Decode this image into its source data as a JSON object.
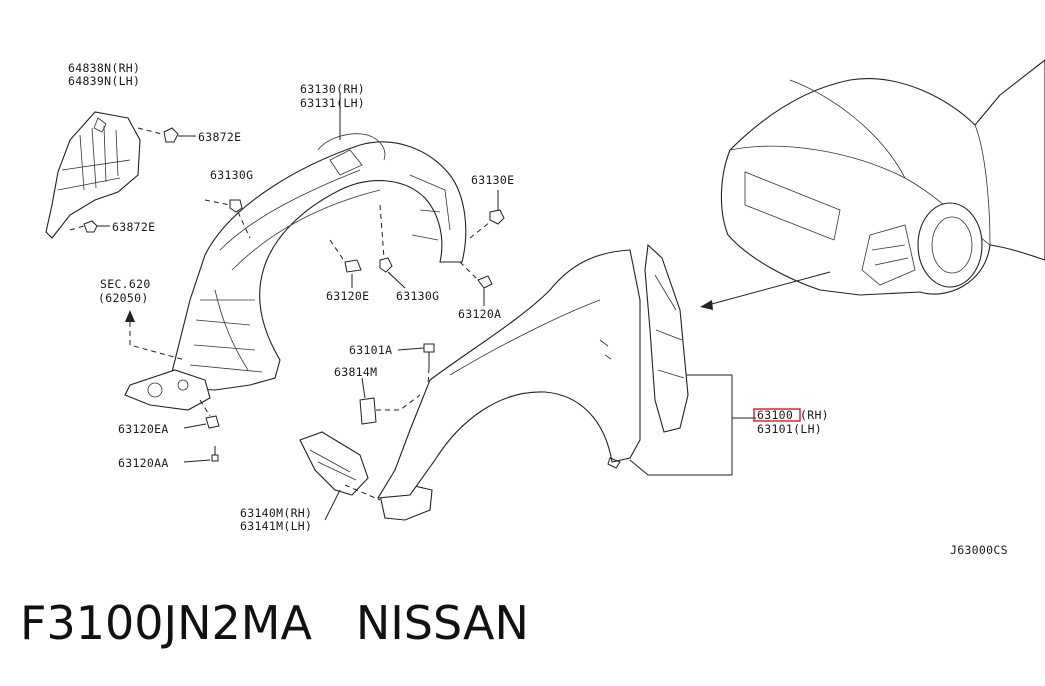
{
  "labels": {
    "p64838n": "64838N(RH)",
    "p64839n": "64839N(LH)",
    "p63872e_top": "63872E",
    "p63872e_bottom": "63872E",
    "p63130": "63130(RH)",
    "p63131": "63131(LH)",
    "p63130g_left": "63130G",
    "p63130e": "63130E",
    "p63120e": "63120E",
    "p63130g_mid": "63130G",
    "p63120a": "63120A",
    "sec620": "SEC.620",
    "sec62050": "(62050)",
    "p63101a": "63101A",
    "p63814m": "63814M",
    "p63120ea": "63120EA",
    "p63120aa": "63120AA",
    "p63140m": "63140M(RH)",
    "p63141m": "63141M(LH)",
    "p63100_code": "63100",
    "p63100_side": "(RH)",
    "p63101": "63101(LH)",
    "diagram_id": "J63000CS"
  },
  "highlight_color": "#e0141e",
  "footer": {
    "part_number": "F3100JN2MA",
    "brand": "NISSAN"
  }
}
